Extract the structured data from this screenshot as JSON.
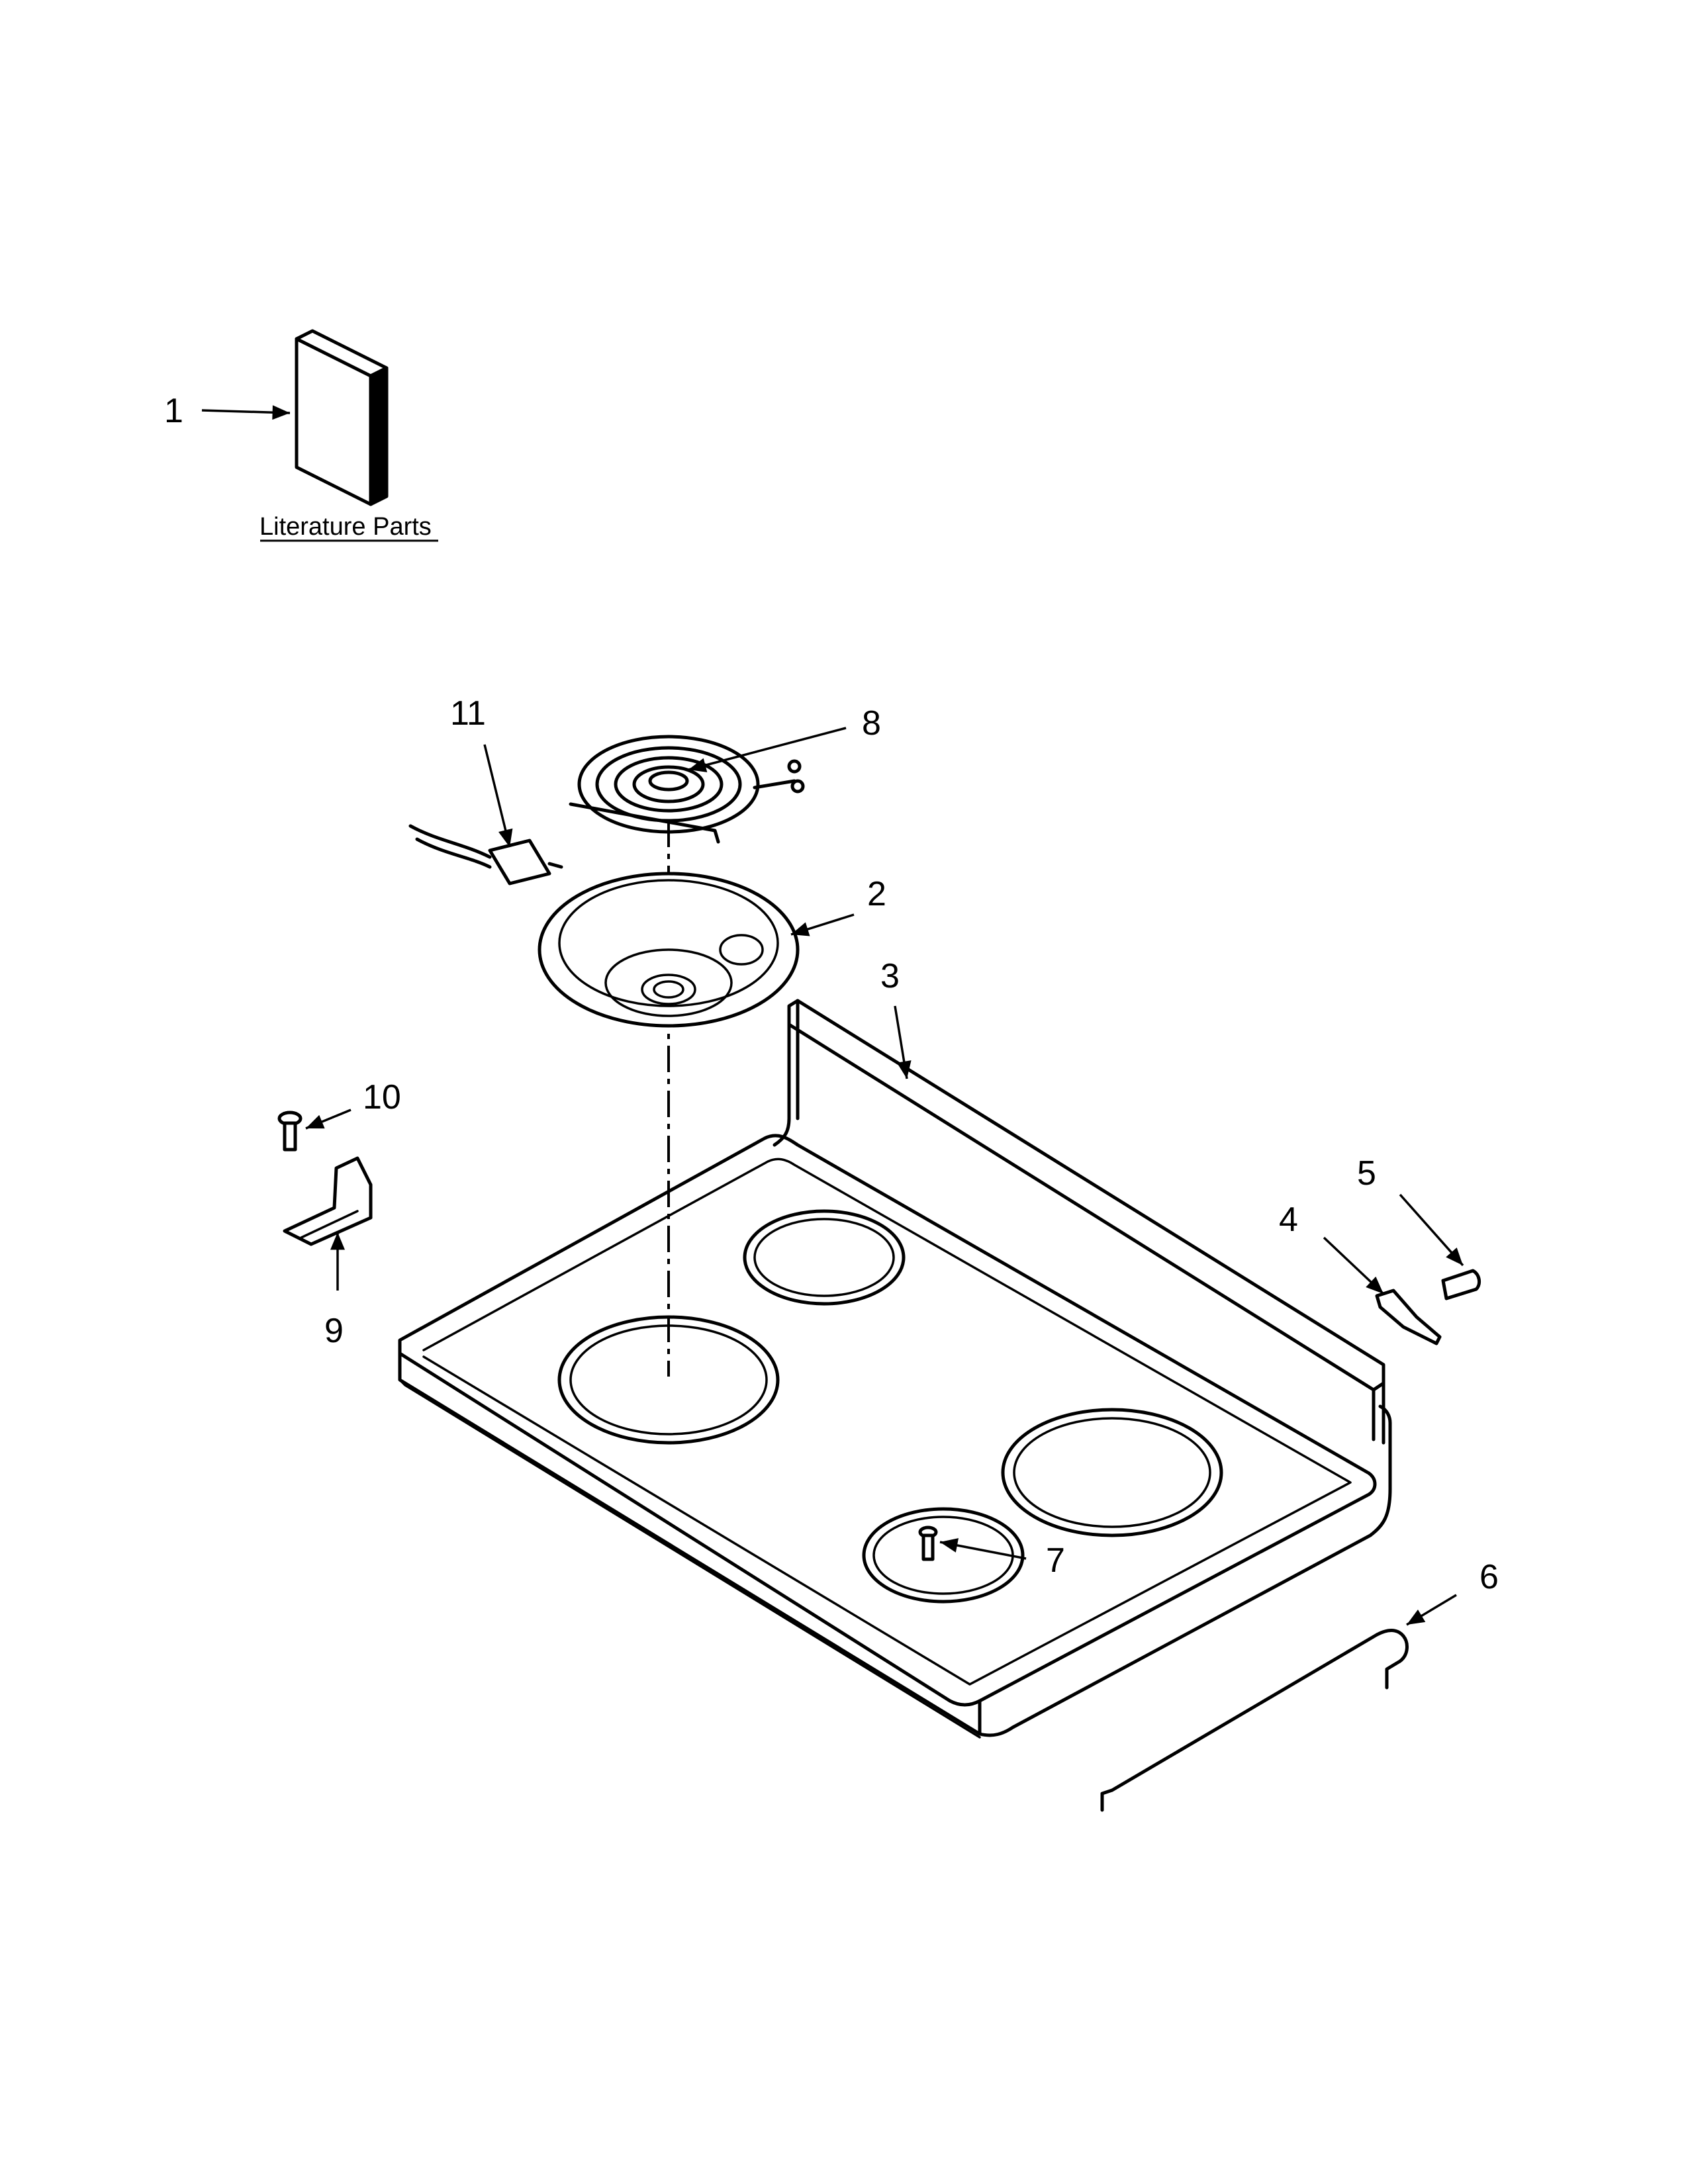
{
  "literature": {
    "label": "Literature Parts"
  },
  "callouts": [
    {
      "id": "c1",
      "number": "1",
      "part": "literature"
    },
    {
      "id": "c2",
      "number": "2",
      "part": "drip-bowl"
    },
    {
      "id": "c3",
      "number": "3",
      "part": "cooktop"
    },
    {
      "id": "c4",
      "number": "4",
      "part": "clip"
    },
    {
      "id": "c5",
      "number": "5",
      "part": "screw"
    },
    {
      "id": "c6",
      "number": "6",
      "part": "rod"
    },
    {
      "id": "c7",
      "number": "7",
      "part": "screw"
    },
    {
      "id": "c8",
      "number": "8",
      "part": "surface-element"
    },
    {
      "id": "c9",
      "number": "9",
      "part": "bracket"
    },
    {
      "id": "c10",
      "number": "10",
      "part": "screw"
    },
    {
      "id": "c11",
      "number": "11",
      "part": "terminal-block"
    }
  ]
}
